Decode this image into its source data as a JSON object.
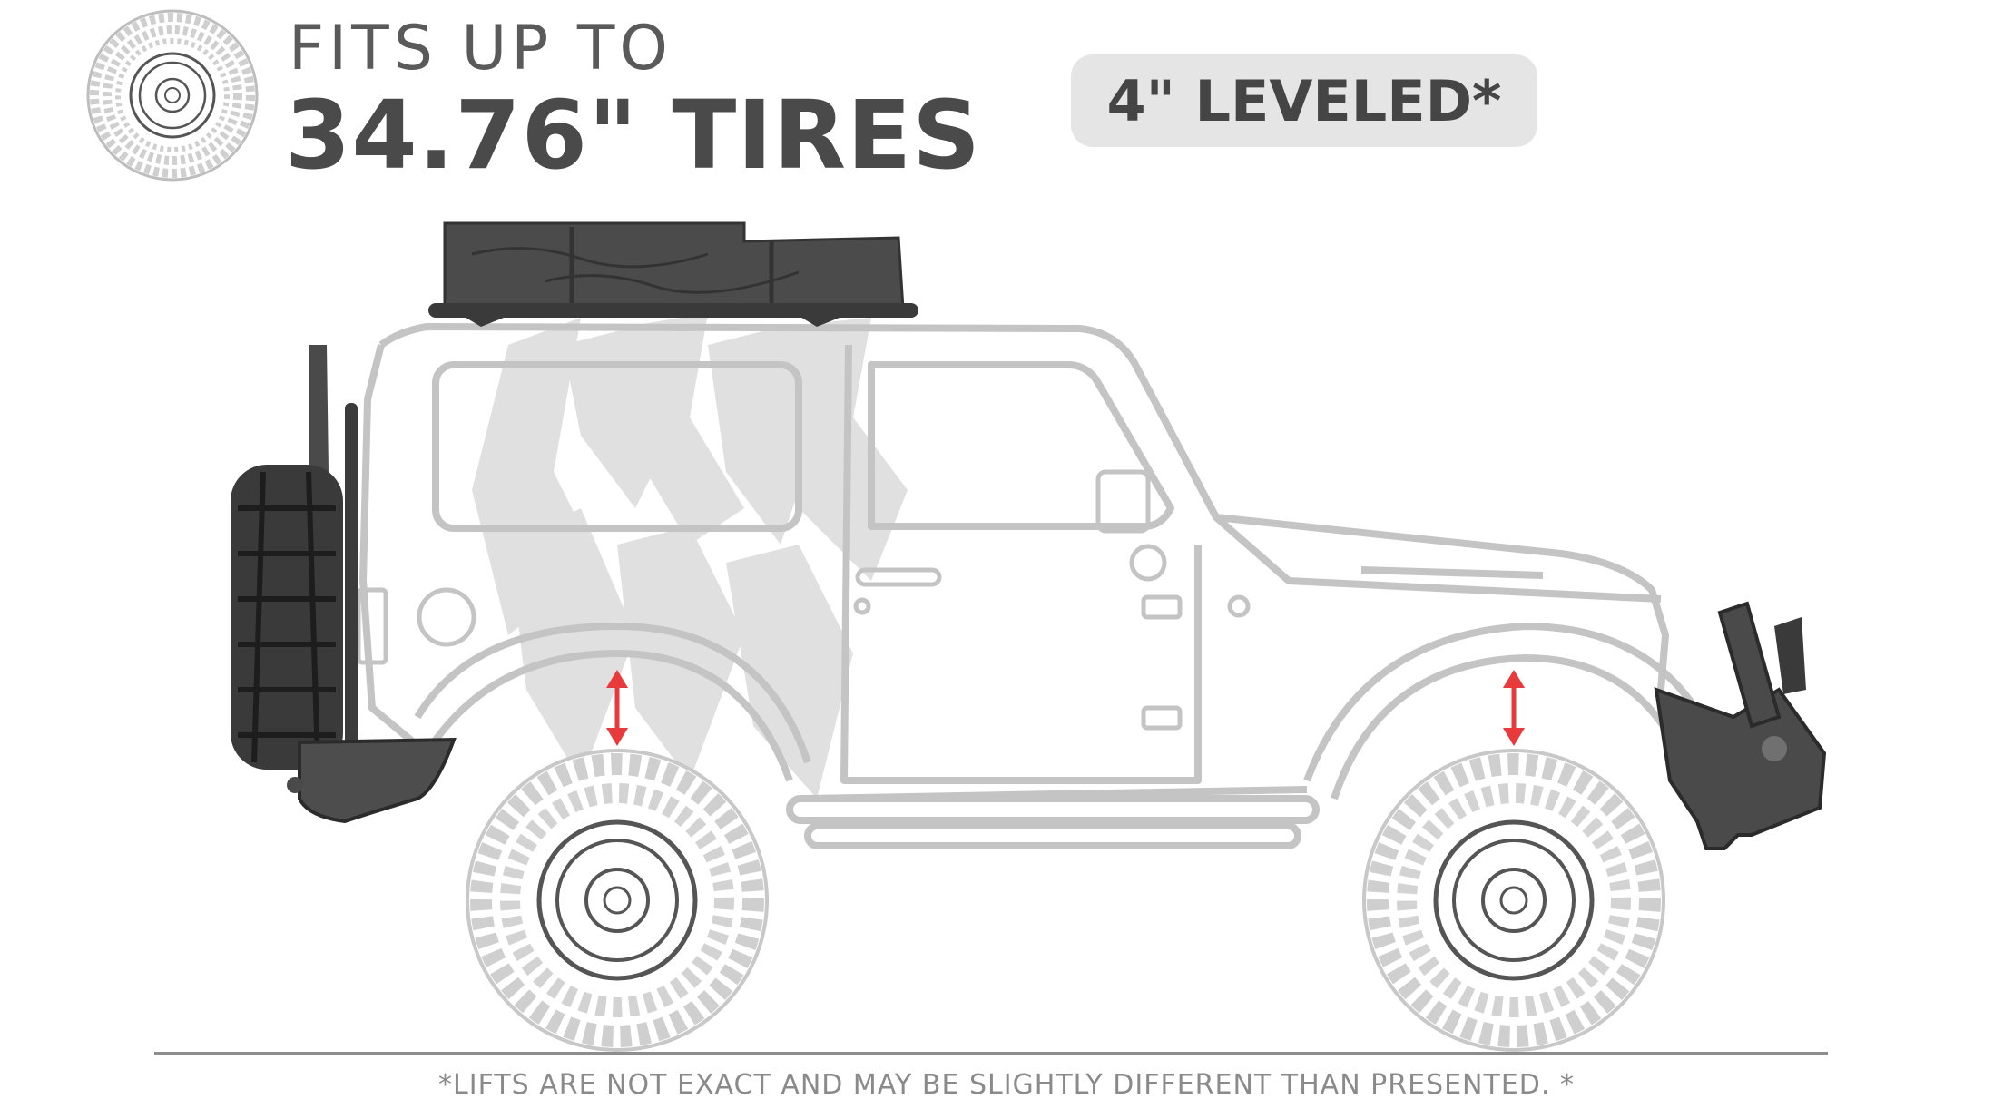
{
  "header": {
    "line1": "FITS UP TO",
    "line2": "34.76\" TIRES"
  },
  "badge": {
    "text": "4\" LEVELED*"
  },
  "disclaimer": "*LIFTS ARE NOT EXACT AND MAY BE SLIGHTLY DIFFERENT THAN PRESENTED. *",
  "colors": {
    "body_outline": "#c4c4c4",
    "accent_arrow": "#e8393b",
    "dark_parts": "#4a4a4a",
    "camo": "#dedede"
  },
  "icons": {
    "header_icon": "tire-icon",
    "lift_indicator": "double-arrow-icon"
  }
}
